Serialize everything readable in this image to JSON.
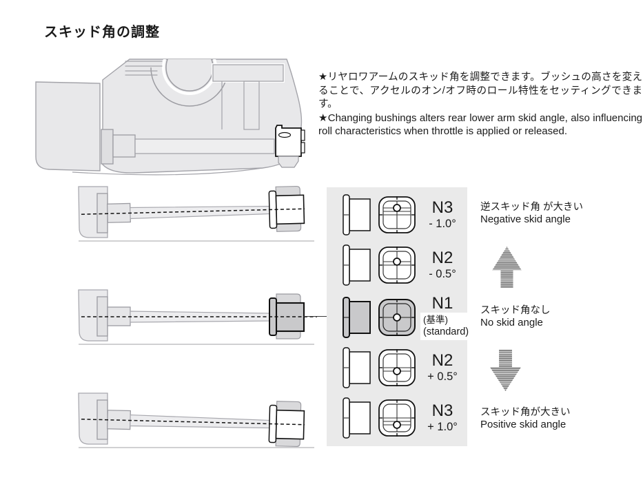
{
  "page": {
    "title": "スキッド角の調整"
  },
  "intro": {
    "ja": "★リヤロワアームのスキッド角を調整できます。ブッシュの高さを変えることで、アクセルのオン/オフ時のロール特性をセッティングできます。",
    "en": "★Changing bushings alters rear lower arm skid angle, also influencing roll characteristics when throttle is applied or released."
  },
  "bushings": {
    "rows": [
      {
        "name": "N3",
        "angle": "- 1.0°",
        "hole_position": "top"
      },
      {
        "name": "N2",
        "angle": "- 0.5°",
        "hole_position": "upper"
      },
      {
        "name": "N1",
        "note_ja": "(基準)",
        "note_en": "(standard)",
        "hole_position": "center",
        "highlighted": true
      },
      {
        "name": "N2",
        "angle": "+ 0.5°",
        "hole_position": "lower"
      },
      {
        "name": "N3",
        "angle": "+ 1.0°",
        "hole_position": "bottom"
      }
    ]
  },
  "annotations": {
    "negative": {
      "ja": "逆スキッド角 が大きい",
      "en": "Negative skid angle"
    },
    "neutral": {
      "ja": "スキッド角なし",
      "en": "No skid angle"
    },
    "positive": {
      "ja": "スキッド角が大きい",
      "en": "Positive skid angle"
    }
  },
  "icons": {
    "up_arrow": "striped-up-arrow",
    "down_arrow": "striped-down-arrow"
  },
  "colors": {
    "panel_bg": "#eaeaea",
    "drawing_fill": "#e8e8ea",
    "drawing_stroke": "#9b9ba1",
    "highlight_fill": "#c9c9cb",
    "outline": "#111111",
    "arrow_dark": "#6e6e6e",
    "arrow_light": "#cfcfcf"
  }
}
